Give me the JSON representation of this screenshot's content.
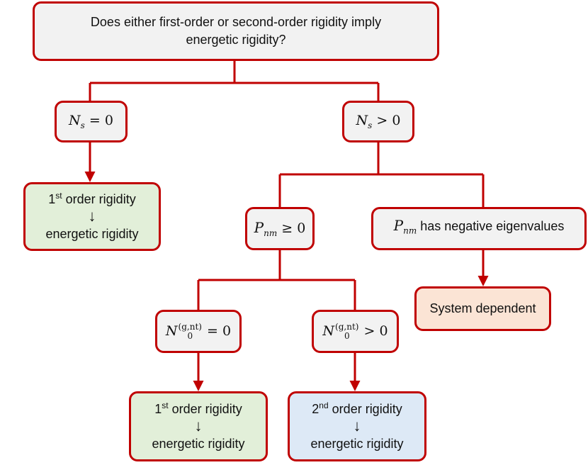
{
  "colors": {
    "line": "#c00000",
    "box_fill": "#f2f2f2",
    "green": "#e2efd9",
    "blue": "#dde9f6",
    "peach": "#fbe4d5"
  },
  "question": {
    "line1": "Does either first-order or second-order rigidity imply",
    "line2": "energetic rigidity?"
  },
  "ns_zero": {
    "var": "N",
    "sub": "s",
    "rel": "= 0"
  },
  "ns_pos": {
    "var": "N",
    "sub": "s",
    "rel": "> 0"
  },
  "result_left": {
    "num": "1",
    "sup": "st",
    "label": "order rigidity",
    "arrow": "↓",
    "bottom": "energetic rigidity"
  },
  "pnm_nonneg": {
    "symbol": "P",
    "sub": "nm",
    "rel": "≥ 0"
  },
  "pnm_neg": {
    "symbol": "P",
    "sub": "nm",
    "text": "has negative eigenvalues"
  },
  "system_dependent": {
    "label": "System dependent"
  },
  "n0_zero": {
    "var": "N",
    "sub": "0",
    "sup": "(g,nt)",
    "rel": "= 0"
  },
  "n0_pos": {
    "var": "N",
    "sub": "0",
    "sup": "(g,nt)",
    "rel": "> 0"
  },
  "result_first": {
    "num": "1",
    "sup": "st",
    "label": "order rigidity",
    "arrow": "↓",
    "bottom": "energetic rigidity"
  },
  "result_second": {
    "num": "2",
    "sup": "nd",
    "label": "order rigidity",
    "arrow": "↓",
    "bottom": "energetic rigidity"
  }
}
